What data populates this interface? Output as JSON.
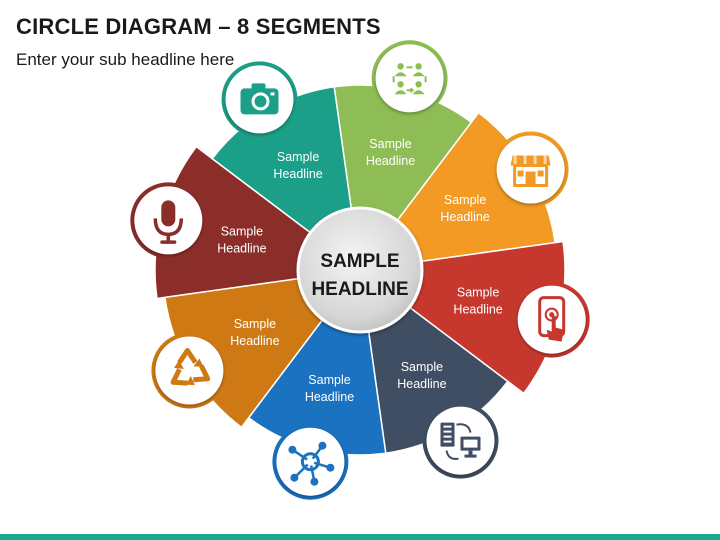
{
  "title": "CIRCLE DIAGRAM – 8 SEGMENTS",
  "subtitle": "Enter your sub headline here",
  "center": {
    "line1": "SAMPLE",
    "line2": "HEADLINE"
  },
  "segments": [
    {
      "line1": "Sample",
      "line2": "Headline",
      "color": "#8b2e2a",
      "icon": "microphone-icon"
    },
    {
      "line1": "Sample",
      "line2": "Headline",
      "color": "#1c9f88",
      "icon": "camera-icon"
    },
    {
      "line1": "Sample",
      "line2": "Headline",
      "color": "#8ebd55",
      "icon": "team-process-icon"
    },
    {
      "line1": "Sample",
      "line2": "Headline",
      "color": "#f29a24",
      "icon": "storefront-icon"
    },
    {
      "line1": "Sample",
      "line2": "Headline",
      "color": "#c6382e",
      "icon": "touch-phone-icon"
    },
    {
      "line1": "Sample",
      "line2": "Headline",
      "color": "#404e63",
      "icon": "computer-sync-icon"
    },
    {
      "line1": "Sample",
      "line2": "Headline",
      "color": "#1a72c0",
      "icon": "network-nodes-icon"
    },
    {
      "line1": "Sample",
      "line2": "Headline",
      "color": "#cf7914",
      "icon": "recycle-icon"
    }
  ],
  "accent_color": "#1aa88f"
}
